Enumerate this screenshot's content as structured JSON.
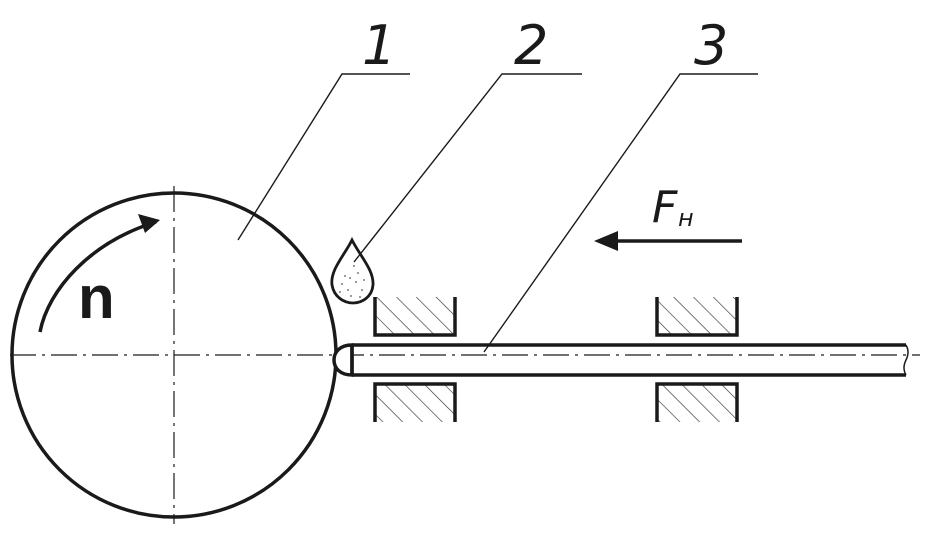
{
  "labels": {
    "part1": "1",
    "part2": "2",
    "part3": "3",
    "rotation": "n",
    "force_main": "F",
    "force_sub": "н"
  },
  "colors": {
    "ink": "#1a1a1a",
    "hatch": "#333333",
    "background": "#ffffff"
  }
}
